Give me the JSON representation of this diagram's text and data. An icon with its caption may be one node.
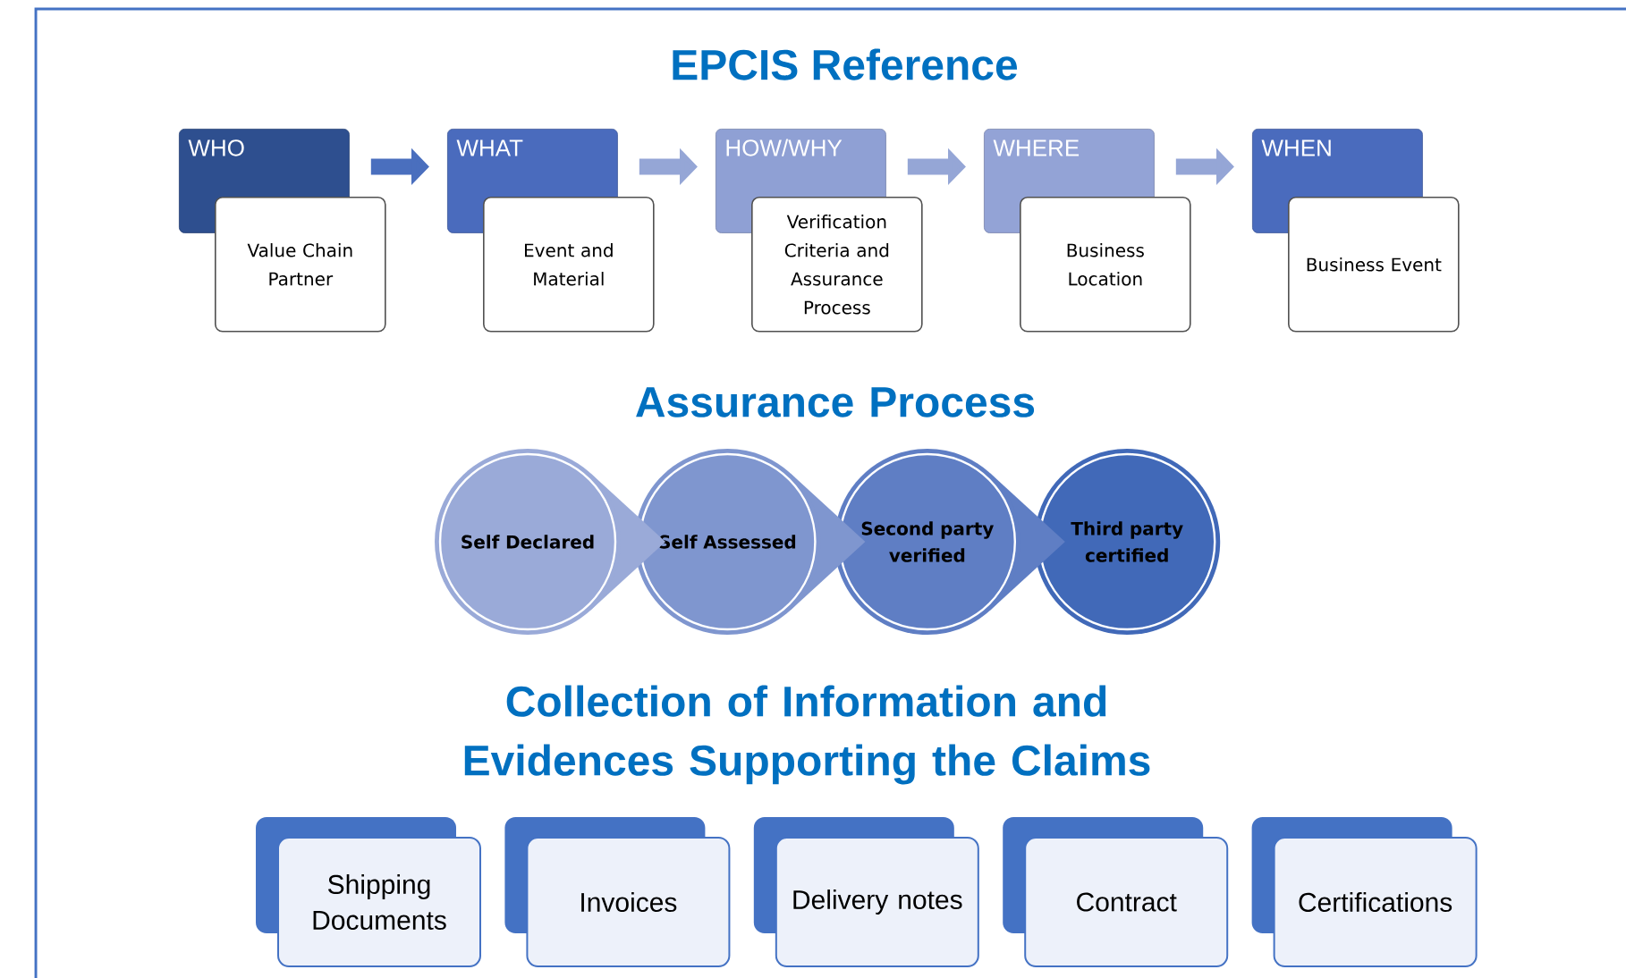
{
  "diagram": {
    "title": "EPCIS Reference",
    "nodes": [
      {
        "text": [
          "WHO"
        ]
      },
      {
        "text": [
          "Value Chain Partner"
        ]
      },
      {
        "text": [
          "WHAT"
        ]
      },
      {
        "text": [
          "Event and Material"
        ]
      },
      {
        "text": [
          "HOW/WHY"
        ]
      },
      {
        "text": [
          "Verification Criteria and Assurance Process"
        ]
      },
      {
        "text": [
          "WHERE"
        ]
      },
      {
        "text": [
          "Business Location"
        ]
      },
      {
        "text": [
          "WHEN"
        ]
      },
      {
        "text": [
          "Business Event"
        ]
      },
      {
        "text": [
          "Self Declared"
        ]
      },
      {
        "text": [
          "Self Assessed"
        ]
      },
      {
        "text": [
          "Second party verified"
        ]
      },
      {
        "text": [
          "Third party certified"
        ]
      },
      {
        "text": [
          "Shipping Documents"
        ]
      },
      {
        "text": [
          "Invoices"
        ]
      },
      {
        "text": [
          "Delivery notes"
        ]
      },
      {
        "text": [
          "Contract"
        ]
      },
      {
        "text": [
          "Certifications"
        ]
      }
    ],
    "edges": [
      {
        "from": 0,
        "to": 2,
        "arrow": "to",
        "color": "#4a6fbe"
      },
      {
        "from": 2,
        "to": 4,
        "arrow": "to"
      },
      {
        "from": 4,
        "to": 6,
        "arrow": "to"
      },
      {
        "from": 6,
        "to": 8,
        "arrow": "to"
      }
    ],
    "labels": [
      "Assurance Process",
      "Collection of Information and Evidences Supporting the Claims"
    ]
  }
}
